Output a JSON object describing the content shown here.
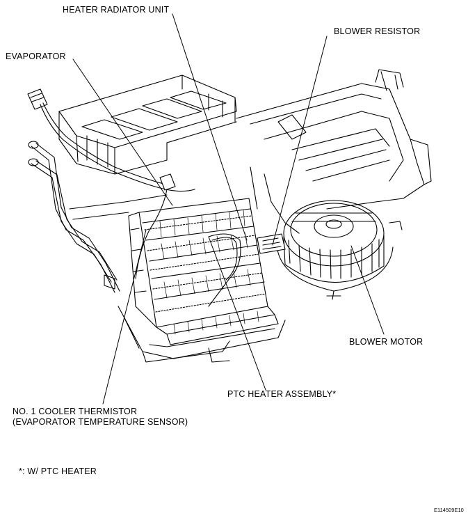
{
  "labels": {
    "heater_radiator_unit": "HEATER RADIATOR UNIT",
    "evaporator": "EVAPORATOR",
    "blower_resistor": "BLOWER RESISTOR",
    "blower_motor": "BLOWER MOTOR",
    "ptc_heater_assembly": "PTC HEATER ASSEMBLY*",
    "cooler_thermistor_line1": "NO. 1 COOLER THERMISTOR",
    "cooler_thermistor_line2": "(EVAPORATOR TEMPERATURE SENSOR)"
  },
  "footnote": "*: W/ PTC HEATER",
  "figure_code": "E114509E10"
}
